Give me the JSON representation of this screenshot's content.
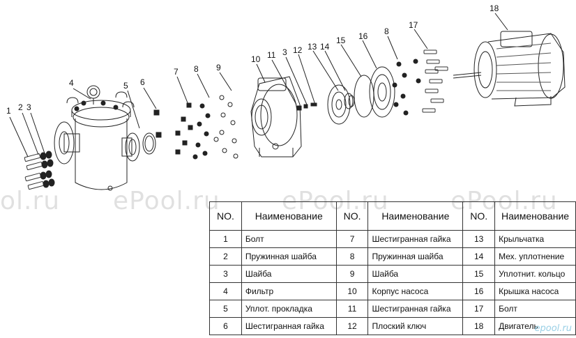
{
  "watermarks": [
    "ol.ru",
    "ePool.ru",
    "ePool.ru",
    "ePool.ru"
  ],
  "logo": "epool.ru",
  "callouts": [
    "1",
    "2",
    "3",
    "4",
    "5",
    "6",
    "7",
    "8",
    "9",
    "10",
    "11",
    "3",
    "12",
    "13",
    "14",
    "15",
    "16",
    "8",
    "17",
    "18"
  ],
  "table": {
    "header_no": "NO.",
    "header_name": "Наименование",
    "columns": [
      [
        {
          "no": "1",
          "name": "Болт"
        },
        {
          "no": "2",
          "name": "Пружинная шайба"
        },
        {
          "no": "3",
          "name": "Шайба"
        },
        {
          "no": "4",
          "name": "Фильтр"
        },
        {
          "no": "5",
          "name": "Уплот. прокладка"
        },
        {
          "no": "6",
          "name": "Шестигранная гайка"
        }
      ],
      [
        {
          "no": "7",
          "name": "Шестигранная гайка"
        },
        {
          "no": "8",
          "name": "Пружинная шайба"
        },
        {
          "no": "9",
          "name": "Шайба"
        },
        {
          "no": "10",
          "name": "Корпус насоса"
        },
        {
          "no": "11",
          "name": "Шестигранная гайка"
        },
        {
          "no": "12",
          "name": "Плоский ключ"
        }
      ],
      [
        {
          "no": "13",
          "name": "Крыльчатка"
        },
        {
          "no": "14",
          "name": "Мех. уплотнение"
        },
        {
          "no": "15",
          "name": "Уплотнит. кольцо"
        },
        {
          "no": "16",
          "name": "Крышка насоса"
        },
        {
          "no": "17",
          "name": "Болт"
        },
        {
          "no": "18",
          "name": "Двигатель"
        }
      ]
    ]
  }
}
